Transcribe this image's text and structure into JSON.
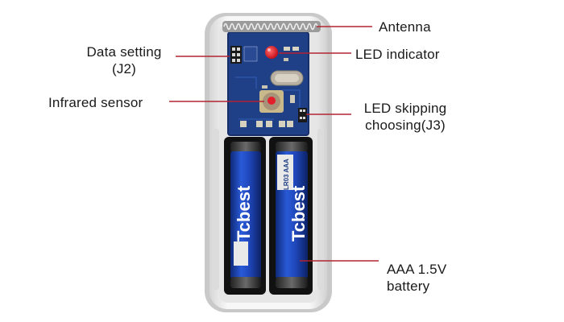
{
  "labels": {
    "antenna": "Antenna",
    "led_indicator": "LED indicator",
    "data_setting": [
      "Data setting",
      "(J2)"
    ],
    "infrared_sensor": "Infrared sensor",
    "led_skipping": [
      "LED skipping",
      "choosing(J3)"
    ],
    "battery": [
      "AAA 1.5V",
      "battery"
    ]
  },
  "battery_brand": "Tcbest",
  "battery_model": "LR03 AAA",
  "colors": {
    "pcb": "#1f3f86",
    "battery_blue": "#1f4fc4",
    "battery_cap": "#3a3a3a",
    "led_red": "#e21f2a",
    "leader_line": "#b22530",
    "housing": "#f2f2f2"
  }
}
